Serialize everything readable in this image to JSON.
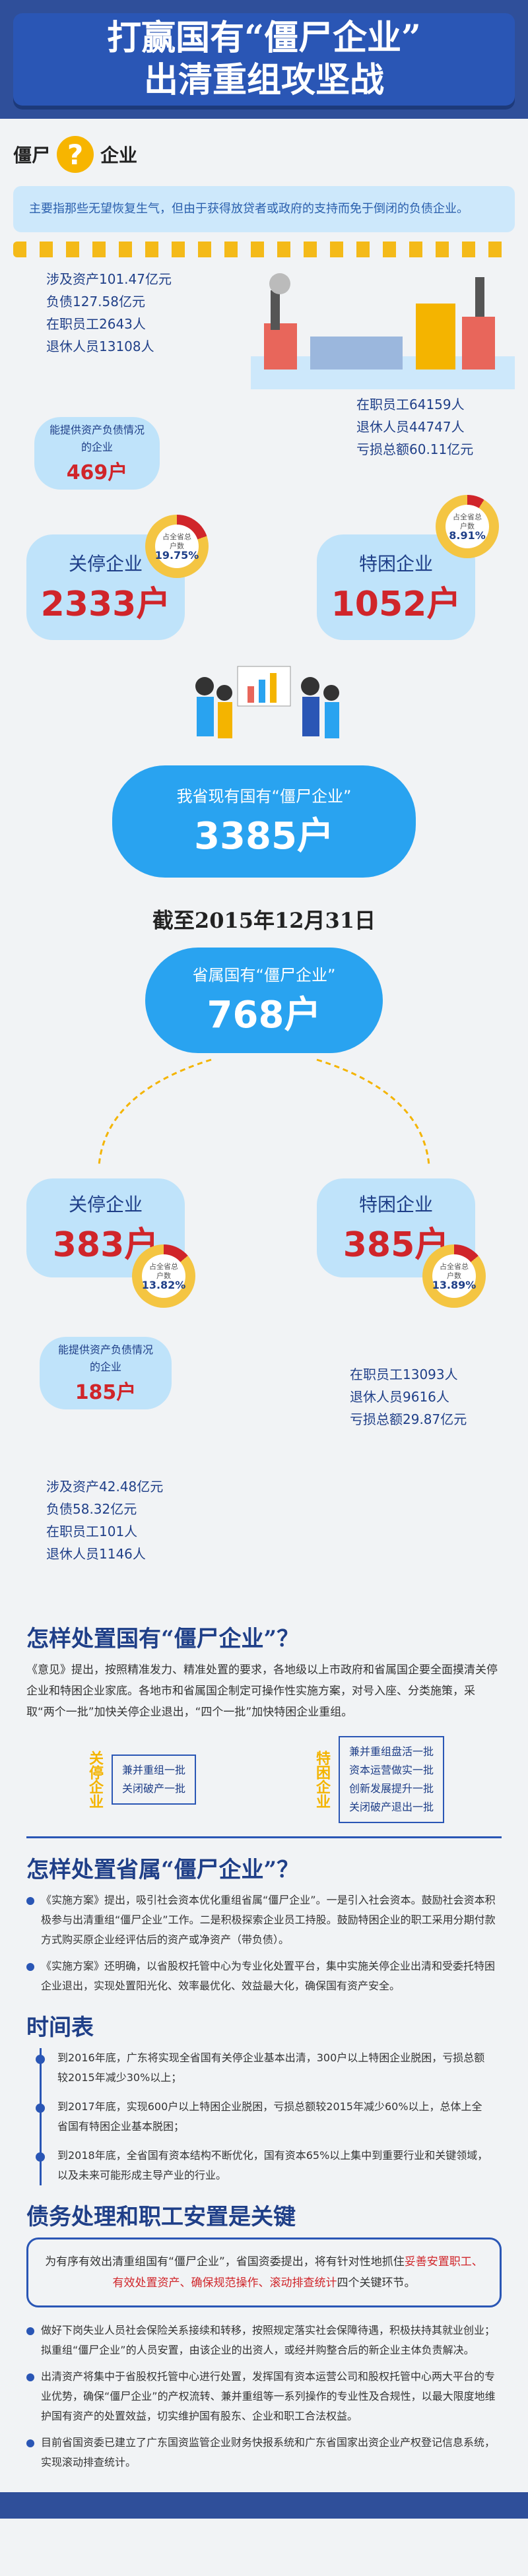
{
  "title_line1": "打赢国有“僵尸企业”",
  "title_line2": "出清重组攻坚战",
  "definition": {
    "word_left": "僵尸",
    "word_right": "企业",
    "text": "主要指那些无望恢复生气，但由于获得放贷者或政府的支持而免于倒闭的负债企业。"
  },
  "province": {
    "closed_stats": [
      "涉及资产101.47亿元",
      "负债127.58亿元",
      "在职员工2643人",
      "退休人员13108人"
    ],
    "closed_debt_label": "能提供资产负债情况的企业",
    "closed_debt_count": "469户",
    "closed_label": "关停企业",
    "closed_count": "2333户",
    "closed_pct_label": "占全省总户数",
    "closed_pct": "19.75%",
    "poor_stats": [
      "在职员工64159人",
      "退休人员44747人",
      "亏损总额60.11亿元"
    ],
    "poor_label": "特困企业",
    "poor_count": "1052户",
    "poor_pct_label": "占全省总户数",
    "poor_pct": "8.91%",
    "total_label": "我省现有国有“僵尸企业”",
    "total_count": "3385户"
  },
  "date": "截至2015年12月31日",
  "provincial": {
    "label": "省属国有“僵尸企业”",
    "count": "768户",
    "closed_label": "关停企业",
    "closed_count": "383户",
    "closed_pct_label": "占全省总户数",
    "closed_pct": "13.82%",
    "closed_debt_label": "能提供资产负债情况的企业",
    "closed_debt_count": "185户",
    "closed_stats": [
      "涉及资产42.48亿元",
      "负债58.32亿元",
      "在职员工101人",
      "退休人员1146人"
    ],
    "poor_label": "特困企业",
    "poor_count": "385户",
    "poor_pct_label": "占全省总户数",
    "poor_pct": "13.89%",
    "poor_stats": [
      "在职员工13093人",
      "退休人员9616人",
      "亏损总额29.87亿元"
    ]
  },
  "how_state": {
    "heading": "怎样处置国有“僵尸企业”？",
    "text": "《意见》提出，按照精准发力、精准处置的要求，各地级以上市政府和省属国企要全面摸清关停企业和特困企业家底。各地市和省属国企制定可操作性实施方案，对号入座、分类施策，采取“两个一批”加快关停企业退出，“四个一批”加快特困企业重组。",
    "closed_tag": "关停企业",
    "closed_methods": [
      "兼并重组一批",
      "关闭破产一批"
    ],
    "poor_tag": "特困企业",
    "poor_methods": [
      "兼并重组盘活一批",
      "资本运营做实一批",
      "创新发展提升一批",
      "关闭破产退出一批"
    ]
  },
  "how_provincial": {
    "heading": "怎样处置省属“僵尸企业”？",
    "bullets": [
      "《实施方案》提出，吸引社会资本优化重组省属“僵尸企业”。一是引入社会资本。鼓励社会资本积极参与出清重组“僵尸企业”工作。二是积极探索企业员工持股。鼓励特困企业的职工采用分期付款方式购买原企业经评估后的资产或净资产（带负债）。",
      "《实施方案》还明确，以省股权托管中心为专业化处置平台，集中实施关停企业出清和受委托特困企业退出，实现处置阳光化、效率最优化、效益最大化，确保国有资产安全。"
    ]
  },
  "timeline": {
    "heading": "时间表",
    "items": [
      "到2016年底，广东将实现全省国有关停企业基本出清，300户以上特困企业脱困，亏损总额较2015年减少30%以上；",
      "到2017年底，实现600户以上特困企业脱困，亏损总额较2015年减少60%以上，总体上全省国有特困企业基本脱困；",
      "到2018年底，全省国有资本结构不断优化，国有资本65%以上集中到重要行业和关键领域，以及未来可能形成主导产业的行业。"
    ]
  },
  "debt": {
    "heading": "债务处理和职工安置是关键",
    "box_text": "为有序有效出清重组国有“僵尸企业”，省国资委提出，将有针对性地抓住",
    "box_red": "妥善安置职工、有效处置资产、确保规范操作、滚动排查统计",
    "box_tail": "四个关键环节。",
    "bullets": [
      "做好下岗失业人员社会保险关系接续和转移，按照规定落实社会保障待遇，积极扶持其就业创业；拟重组“僵尸企业”的人员安置，由该企业的出资人，或经并购整合后的新企业主体负责解决。",
      "出清资产将集中于省股权托管中心进行处置，发挥国有资本运营公司和股权托管中心两大平台的专业优势，确保“僵尸企业”的产权流转、兼并重组等一系列操作的专业性及合规性，以最大限度地维护国有资产的处置效益，切实维护国有股东、企业和职工合法权益。",
      "目前省国资委已建立了广东国资监管企业财务快报系统和广东省国家出资企业产权登记信息系统，实现滚动排查统计。"
    ]
  },
  "colors": {
    "brand": "#2a56b5",
    "accent": "#29a3f0",
    "red": "#d0252a",
    "yellow": "#f4b400"
  }
}
